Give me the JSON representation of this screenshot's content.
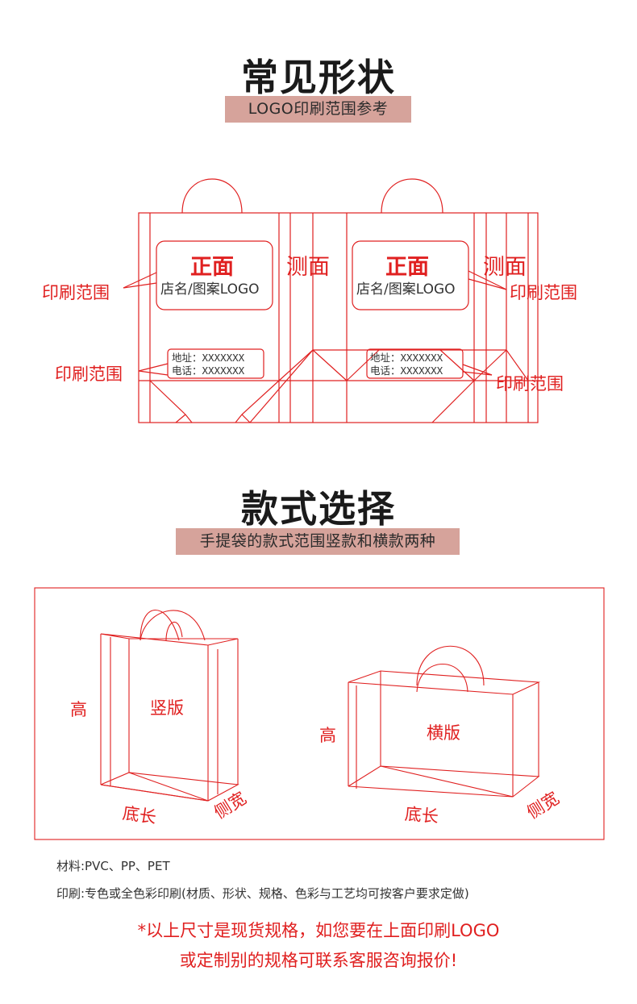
{
  "section1": {
    "title": "常见形状",
    "subtitle": "LOGO印刷范围参考",
    "bags": [
      {
        "front_heading": "正面",
        "front_text": "店名/图案LOGO",
        "side_label": "测面",
        "address_line1": "地址：XXXXXXX",
        "address_line2": "电话：XXXXXXX"
      },
      {
        "front_heading": "正面",
        "front_text": "店名/图案LOGO",
        "side_label": "测面",
        "address_line1": "地址：XXXXXXX",
        "address_line2": "电话：XXXXXXX"
      }
    ],
    "print_area_label": "印刷范围"
  },
  "section2": {
    "title": "款式选择",
    "subtitle": "手提袋的款式范围竖款和横款两种",
    "vertical": {
      "name": "竖版",
      "height": "高",
      "base_length": "底长",
      "side_width": "侧宽"
    },
    "horizontal": {
      "name": "横版",
      "height": "高",
      "base_length": "底长",
      "side_width": "侧宽"
    }
  },
  "notes": {
    "material": "材料:PVC、PP、PET",
    "printing": "印刷:专色或全色彩印刷(材质、形状、规格、色彩与工艺均可按客户要求定做)"
  },
  "footer": {
    "line1": "*以上尺寸是现货规格，如您要在上面印刷LOGO",
    "line2": "或定制别的规格可联系客服咨询报价!"
  },
  "colors": {
    "accent": "#e02020",
    "subtitle_bg": "#d6a39b"
  }
}
